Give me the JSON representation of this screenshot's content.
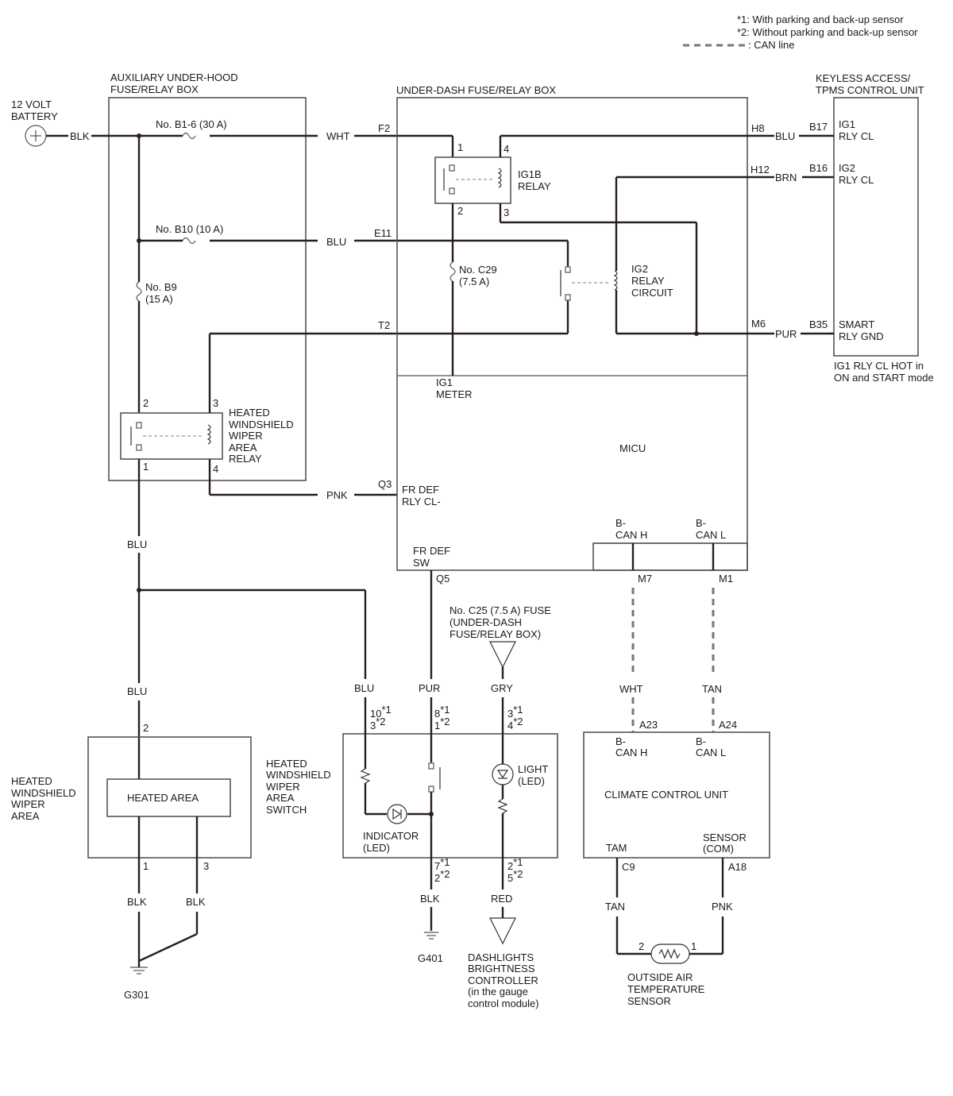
{
  "legend": {
    "note1": "*1: With parking and back-up sensor",
    "note2": "*2: Without parking and back-up sensor",
    "can_line": ": CAN line"
  },
  "battery": {
    "label_line1": "12 VOLT",
    "label_line2": "BATTERY",
    "wire": "BLK"
  },
  "aux_box": {
    "title_line1": "AUXILIARY UNDER-HOOD",
    "title_line2": "FUSE/RELAY BOX",
    "fuse_b1_6": "No. B1-6 (30 A)",
    "fuse_b10": "No. B10 (10 A)",
    "fuse_b9_line1": "No. B9",
    "fuse_b9_line2": "(15 A)",
    "relay_line1": "HEATED",
    "relay_line2": "WINDSHIELD",
    "relay_line3": "WIPER",
    "relay_line4": "AREA",
    "relay_line5": "RELAY",
    "pin1": "1",
    "pin2": "2",
    "pin3": "3",
    "pin4": "4"
  },
  "wires": {
    "wht": "WHT",
    "blu1": "BLU",
    "pnk": "PNK",
    "blu2": "BLU",
    "blu3": "BLU",
    "blu4": "BLU",
    "pur": "PUR",
    "gry": "GRY",
    "can_wht": "WHT",
    "can_tan": "TAN",
    "h8_blu": "BLU",
    "h12_brn": "BRN",
    "m6_pur": "PUR"
  },
  "dash_box": {
    "title": "UNDER-DASH FUSE/RELAY BOX",
    "f2": "F2",
    "e11": "E11",
    "t2": "T2",
    "h8": "H8",
    "h12": "H12",
    "m6": "M6",
    "q3": "Q3",
    "q5": "Q5",
    "m7": "M7",
    "m1": "M1",
    "ig1b_line1": "IG1B",
    "ig1b_line2": "RELAY",
    "ig1b_pin1": "1",
    "ig1b_pin2": "2",
    "ig1b_pin3": "3",
    "ig1b_pin4": "4",
    "fuse_c29_line1": "No. C29",
    "fuse_c29_line2": "(7.5 A)",
    "ig2_line1": "IG2",
    "ig2_line2": "RELAY",
    "ig2_line3": "CIRCUIT",
    "ig1_meter_line1": "IG1",
    "ig1_meter_line2": "METER",
    "micu": "MICU",
    "fr_def_rly_line1": "FR DEF",
    "fr_def_rly_line2": "RLY CL-",
    "fr_def_sw_line1": "FR DEF",
    "fr_def_sw_line2": "SW",
    "bcan_h_line1": "B-",
    "bcan_h_line2": "CAN H",
    "bcan_l_line1": "B-",
    "bcan_l_line2": "CAN L"
  },
  "keyless": {
    "title_line1": "KEYLESS ACCESS/",
    "title_line2": "TPMS CONTROL UNIT",
    "b17": "B17",
    "b16": "B16",
    "b35": "B35",
    "ig1_line1": "IG1",
    "ig1_line2": "RLY CL",
    "ig2_line1": "IG2",
    "ig2_line2": "RLY CL",
    "smart_line1": "SMART",
    "smart_line2": "RLY GND",
    "note_line1": "IG1 RLY CL HOT in",
    "note_line2": "ON and START mode"
  },
  "heated_area": {
    "label_line1": "HEATED",
    "label_line2": "WINDSHIELD",
    "label_line3": "WIPER",
    "label_line4": "AREA",
    "inner": "HEATED AREA",
    "pin2": "2",
    "pin1": "1",
    "pin3": "3",
    "wire1": "BLK",
    "wire2": "BLK",
    "ground": "G301"
  },
  "switch": {
    "label_line1": "HEATED",
    "label_line2": "WINDSHIELD",
    "label_line3": "WIPER",
    "label_line4": "AREA",
    "label_line5": "SWITCH",
    "p_blu_a": "10",
    "p_blu_b": "3",
    "p_pur_a": "8",
    "p_pur_b": "1",
    "p_gry_a": "3",
    "p_gry_b": "4",
    "p_gnd_a": "7",
    "p_gnd_b": "2",
    "p_red_a": "2",
    "p_red_b": "5",
    "sup1": "*1",
    "sup2": "*2",
    "light_line1": "LIGHT",
    "light_line2": "(LED)",
    "indicator_line1": "INDICATOR",
    "indicator_line2": "(LED)",
    "gnd_wire": "BLK",
    "ground": "G401",
    "red_wire": "RED",
    "fuse_line1": "No. C25 (7.5 A) FUSE",
    "fuse_line2": "(UNDER-DASH",
    "fuse_line3": "FUSE/RELAY BOX)",
    "dash_line1": "DASHLIGHTS",
    "dash_line2": "BRIGHTNESS",
    "dash_line3": "CONTROLLER",
    "dash_line4": "(in the gauge",
    "dash_line5": "control module)"
  },
  "climate": {
    "title": "CLIMATE CONTROL UNIT",
    "a23": "A23",
    "a24": "A24",
    "c9": "C9",
    "a18": "A18",
    "bcan_h_line1": "B-",
    "bcan_h_line2": "CAN H",
    "bcan_l_line1": "B-",
    "bcan_l_line2": "CAN L",
    "tam": "TAM",
    "sensor_line1": "SENSOR",
    "sensor_line2": "(COM)",
    "tan_wire": "TAN",
    "pnk_wire": "PNK",
    "sensor_pin2": "2",
    "sensor_pin1": "1",
    "oat_line1": "OUTSIDE AIR",
    "oat_line2": "TEMPERATURE",
    "oat_line3": "SENSOR"
  }
}
